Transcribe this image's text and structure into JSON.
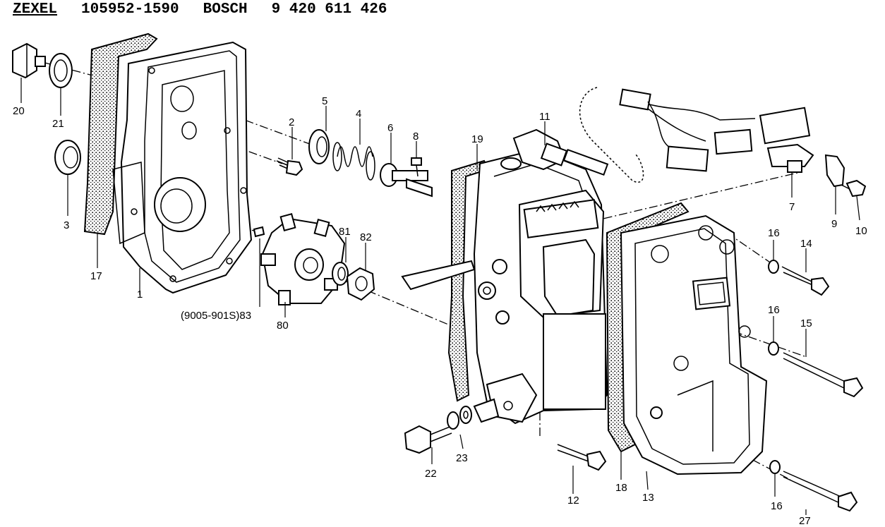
{
  "header": {
    "maker": "ZEXEL",
    "zexel_number": "105952-1590",
    "brand": "BOSCH",
    "bosch_number": "9 420 611 426"
  },
  "callouts": {
    "c1": "1",
    "c2": "2",
    "c3": "3",
    "c4": "4",
    "c5": "5",
    "c6": "6",
    "c7": "7",
    "c8": "8",
    "c9": "9",
    "c10": "10",
    "c11": "11",
    "c12": "12",
    "c13": "13",
    "c14": "14",
    "c15": "15",
    "c16a": "16",
    "c16b": "16",
    "c16c": "16",
    "c17": "17",
    "c18": "18",
    "c19": "19",
    "c20": "20",
    "c21": "21",
    "c22": "22",
    "c23": "23",
    "c27": "27",
    "c80": "80",
    "c81": "81",
    "c82": "82",
    "c83": "(9005-901S)83"
  }
}
